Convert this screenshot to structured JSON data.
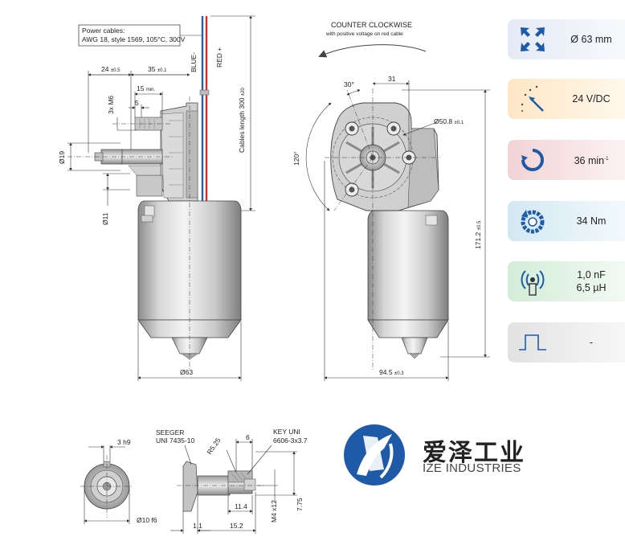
{
  "specs": [
    {
      "value": "Ø 63 mm",
      "icon": "diameter-arrows-icon",
      "bg_from": "#e4eaf5",
      "bg_to": "#f7f9fc"
    },
    {
      "value": "24 V/DC",
      "icon": "voltage-spark-icon",
      "bg_from": "#fde6c4",
      "bg_to": "#fff8ec"
    },
    {
      "value": "36 min",
      "sup": "-1",
      "icon": "rotation-speed-icon",
      "bg_from": "#f2d3d5",
      "bg_to": "#fcf2f3"
    },
    {
      "value": "34 Nm",
      "icon": "torque-icon",
      "bg_from": "#d3e8f2",
      "bg_to": "#f2f9fc"
    },
    {
      "value": "1,0 nF",
      "value2": "6,5 µH",
      "icon": "emc-antenna-icon",
      "bg_from": "#d3ecd7",
      "bg_to": "#f2faf3"
    },
    {
      "value": "-",
      "icon": "square-pulse-icon",
      "bg_from": "#e2e2e2",
      "bg_to": "#f7f7f7"
    }
  ],
  "colors": {
    "icon_blue": "#1e5aa8",
    "logo_blue": "#1e5aa8",
    "red_cable": "#d62c2c",
    "blue_cable": "#2a5db0"
  },
  "front_view": {
    "power_cables_title": "Power cables:",
    "power_cables_spec": "AWG 18, style 1569, 105°C, 300V",
    "blue_label": "BLUE-",
    "red_label": "RED +",
    "cable_length": "Cables length 300",
    "cable_length_tol": "±20",
    "dim_24": "24",
    "dim_24_tol": "±0.5",
    "dim_35": "35",
    "dim_35_tol": "±0.1",
    "dim_15": "15",
    "dim_15_note": "min.",
    "dim_5": "5",
    "thread": "3x M6",
    "dia_19": "Ø19",
    "dia_11": "Ø11",
    "dia_63": "Ø63"
  },
  "side_view": {
    "rotation_title": "COUNTER CLOCKWISE",
    "rotation_note": "with positive voltage on red cable",
    "angle_30": "30°",
    "angle_120": "120°",
    "dim_31": "31",
    "dia_508": "Ø50.8",
    "dia_508_tol": "±0.1",
    "height": "171.2",
    "height_tol": "±0.5",
    "width": "94.5",
    "width_tol": "±0.3"
  },
  "shaft_detail": {
    "dim_3h9": "3 h9",
    "dia_10f6": "Ø10 f6",
    "seeger_title": "SEEGER",
    "seeger_spec": "UNI 7435-10",
    "r525": "R5.25",
    "dim_6": "6",
    "key_title": "KEY UNI",
    "key_spec": "6606-3x3.7",
    "dim_114": "11.4",
    "dim_11": "1.1",
    "dim_152": "15.2",
    "thread_m4": "M4 x12",
    "dim_775": "7.75"
  },
  "logo": {
    "chinese": "爱泽工业",
    "english": "IZE INDUSTRIES"
  }
}
